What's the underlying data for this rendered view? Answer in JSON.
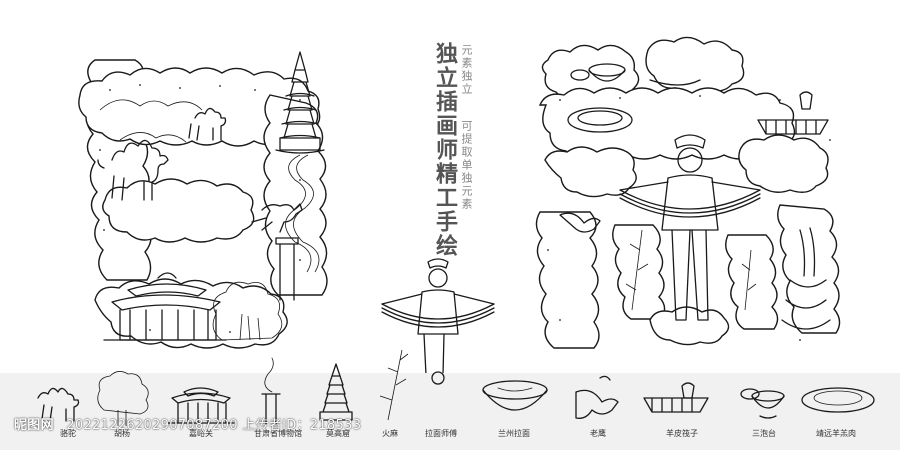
{
  "title": "独立插画师精工手绘",
  "subtitle_1": "元素独立",
  "subtitle_2": "可提取单独元素",
  "watermark": {
    "brand": "昵图网",
    "text": "20221226202907087200 上传者ID：218533"
  },
  "elements": [
    {
      "label": "骆驼",
      "icon": "camel-icon"
    },
    {
      "label": "胡杨",
      "icon": "poplar-tree-icon"
    },
    {
      "label": "嘉峪关",
      "icon": "jiayuguan-pass-icon"
    },
    {
      "label": "甘肃省博物馆",
      "icon": "museum-icon"
    },
    {
      "label": "莫高窟",
      "icon": "mogao-pagoda-icon"
    },
    {
      "label": "火麻",
      "icon": "hemp-plant-icon"
    },
    {
      "label": "拉面师傅",
      "icon": "noodle-chef-icon"
    },
    {
      "label": "兰州拉面",
      "icon": "noodle-bowl-icon"
    },
    {
      "label": "老鹰",
      "icon": "eagle-icon"
    },
    {
      "label": "羊皮筏子",
      "icon": "sheepskin-raft-icon"
    },
    {
      "label": "三泡台",
      "icon": "tea-cup-icon"
    },
    {
      "label": "靖远羊羔肉",
      "icon": "lamb-dish-icon"
    }
  ]
}
